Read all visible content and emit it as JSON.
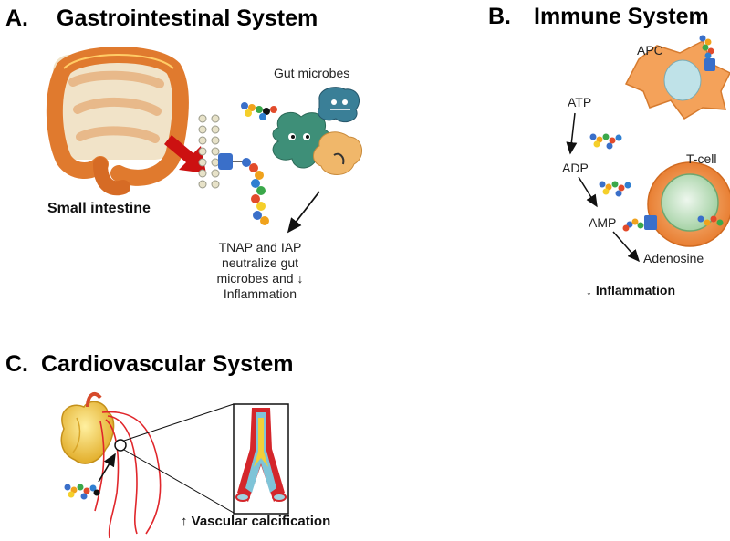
{
  "panel_a": {
    "letter": "A.",
    "title": "Gastrointestinal System",
    "small_intestine_label": "Small intestine",
    "gut_microbes_label": "Gut microbes",
    "caption_lines": [
      "TNAP and IAP",
      "neutralize gut",
      "microbes and ↓",
      "Inflammation"
    ]
  },
  "panel_b": {
    "letter": "B.",
    "title": "Immune System",
    "apc_label": "APC",
    "tcell_label": "T-cell",
    "atp_label": "ATP",
    "adp_label": "ADP",
    "amp_label": "AMP",
    "adenosine_label": "Adenosine",
    "inflammation_label": "↓ Inflammation"
  },
  "panel_c": {
    "letter": "C.",
    "title": "Cardiovascular System",
    "calcification_label": "↑ Vascular calcification"
  },
  "colors": {
    "intestine": "#e8914a",
    "arrow_red": "#cc1111",
    "microbe_green": "#3e8f78",
    "microbe_teal": "#3a7f97",
    "microbe_orange": "#f0b76a",
    "apc_orange": "#f4a25a",
    "tcell_orange": "#ef8a35",
    "nucleus_green": "#cfe8cf",
    "heart_yellow": "#f2cf3a",
    "vessel_red": "#d4262b"
  }
}
